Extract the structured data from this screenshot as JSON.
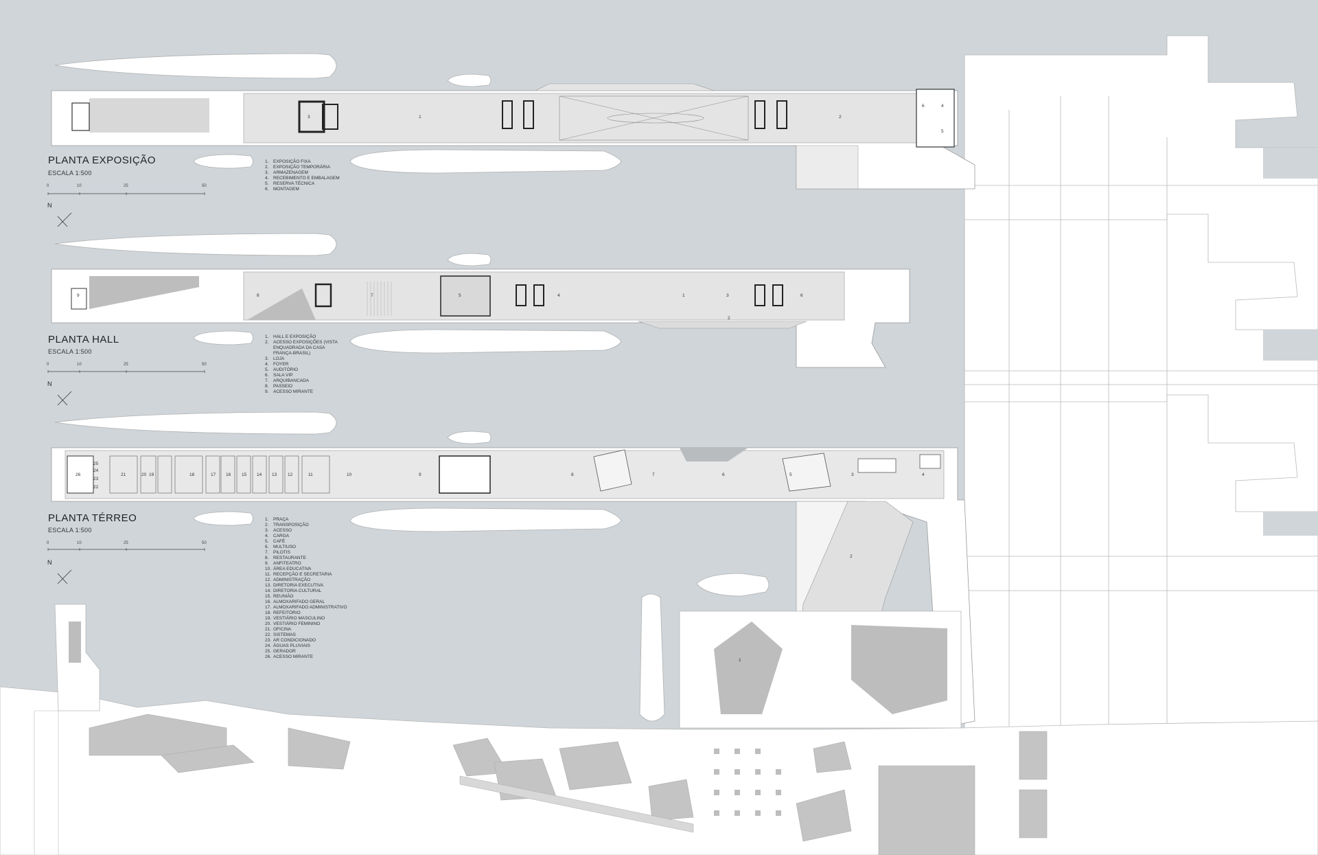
{
  "colors": {
    "water": "#cfd5d9",
    "land": "#ffffff",
    "block": "#c4c4c4",
    "pier": "#e6e6e6",
    "line": "#9a9a9a",
    "wall": "#222222"
  },
  "plans": [
    {
      "title": "PLANTA EXPOSIÇÃO",
      "scale": "ESCALA 1:500",
      "scale_ticks": [
        "0",
        "10",
        "25",
        "50"
      ],
      "north": "N",
      "legend": [
        {
          "n": "1.",
          "t": "EXPOSIÇÃO FIXA"
        },
        {
          "n": "2.",
          "t": "EXPOSIÇÃO TEMPORÁRIA"
        },
        {
          "n": "3.",
          "t": "ARMAZENAGEM"
        },
        {
          "n": "4.",
          "t": "RECEBIMENTO E EMBALAGEM"
        },
        {
          "n": "5.",
          "t": "RESERVA TÉCNICA"
        },
        {
          "n": "6.",
          "t": "MONTAGEM"
        }
      ],
      "room_labels": [
        "3",
        "1",
        "2",
        "6",
        "4",
        "5"
      ]
    },
    {
      "title": "PLANTA HALL",
      "scale": "ESCALA 1:500",
      "scale_ticks": [
        "0",
        "10",
        "25",
        "50"
      ],
      "north": "N",
      "legend": [
        {
          "n": "1.",
          "t": "HALL E EXPOSIÇÃO"
        },
        {
          "n": "2.",
          "t": "ACESSO EXPOSIÇÕES (VISTA"
        },
        {
          "n": "",
          "t": "ENQUADRADA DA CASA"
        },
        {
          "n": "",
          "t": "FRANÇA-BRASIL)"
        },
        {
          "n": "3.",
          "t": "LOJA"
        },
        {
          "n": "4.",
          "t": "FOYER"
        },
        {
          "n": "5.",
          "t": "AUDITÓRIO"
        },
        {
          "n": "6.",
          "t": "SALA VIP"
        },
        {
          "n": "7.",
          "t": "ARQUIBANCADA"
        },
        {
          "n": "8.",
          "t": "PASSEIO"
        },
        {
          "n": "9.",
          "t": "ACESSO MIRANTE"
        }
      ],
      "room_labels": [
        "9",
        "8",
        "7",
        "5",
        "4",
        "1",
        "3",
        "6",
        "2"
      ]
    },
    {
      "title": "PLANTA TÉRREO",
      "scale": "ESCALA 1:500",
      "scale_ticks": [
        "0",
        "10",
        "25",
        "50"
      ],
      "north": "N",
      "legend": [
        {
          "n": "1.",
          "t": "PRAÇA"
        },
        {
          "n": "2.",
          "t": "TRANSPOSIÇÃO"
        },
        {
          "n": "3.",
          "t": "ACESSO"
        },
        {
          "n": "4.",
          "t": "CARGA"
        },
        {
          "n": "5.",
          "t": "CAFÉ"
        },
        {
          "n": "6.",
          "t": "MULTIUSO"
        },
        {
          "n": "7.",
          "t": "PILOTIS"
        },
        {
          "n": "8.",
          "t": "RESTAURANTE"
        },
        {
          "n": "9.",
          "t": "ANFITEATRO"
        },
        {
          "n": "10.",
          "t": "ÁREA EDUCATIVA"
        },
        {
          "n": "11.",
          "t": "RECEPÇÃO E SECRETARIA"
        },
        {
          "n": "12.",
          "t": "ADMINISTRAÇÃO"
        },
        {
          "n": "13.",
          "t": "DIRETORIA EXECUTIVA"
        },
        {
          "n": "14.",
          "t": "DIRETORIA CULTURAL"
        },
        {
          "n": "15.",
          "t": "REUNIÃO"
        },
        {
          "n": "16.",
          "t": "ALMOXARIFADO GERAL"
        },
        {
          "n": "17.",
          "t": "ALMOXARIFADO ADMINISTRATIVO"
        },
        {
          "n": "18.",
          "t": "REFEITÓRIO"
        },
        {
          "n": "19.",
          "t": "VESTIÁRIO MASCULINO"
        },
        {
          "n": "20.",
          "t": "VESTIÁRIO FEMININO"
        },
        {
          "n": "21.",
          "t": "OFICINA"
        },
        {
          "n": "22.",
          "t": "SISTEMAS"
        },
        {
          "n": "23.",
          "t": "AR CONDICIONADO"
        },
        {
          "n": "24.",
          "t": "ÁGUAS PLUVIAIS"
        },
        {
          "n": "25.",
          "t": "GERADOR"
        },
        {
          "n": "26.",
          "t": "ACESSO MIRANTE"
        }
      ],
      "room_labels": [
        "26",
        "25",
        "24",
        "23",
        "22",
        "21",
        "20",
        "19",
        "18",
        "17",
        "16",
        "15",
        "14",
        "13",
        "12",
        "11",
        "10",
        "9",
        "8",
        "7",
        "6",
        "5",
        "3",
        "4"
      ]
    }
  ],
  "site_labels": [
    "1",
    "2"
  ]
}
